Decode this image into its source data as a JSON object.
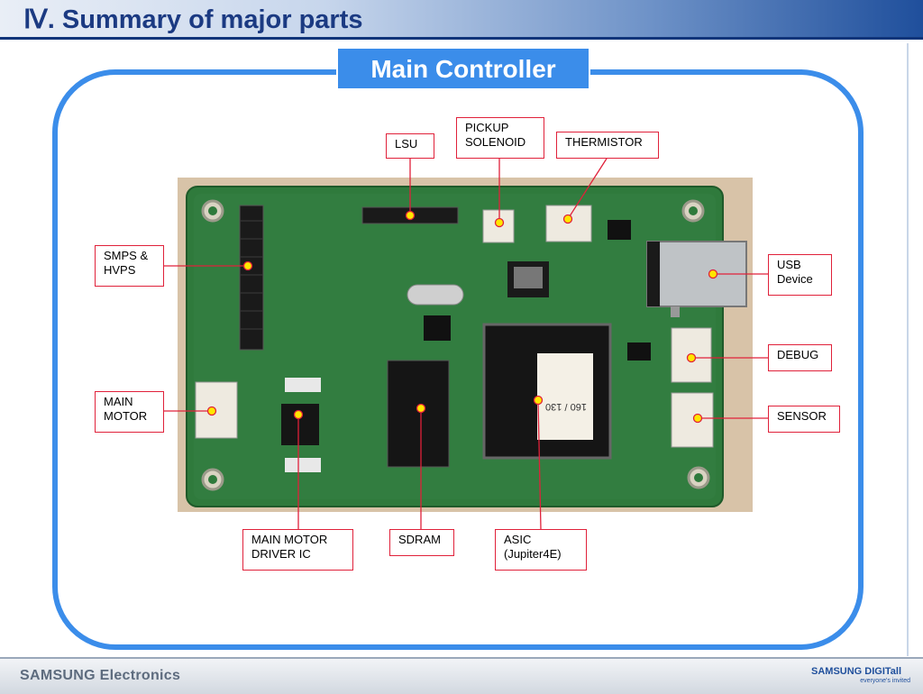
{
  "header": {
    "title_numeral": "Ⅳ",
    "title_text": ". Summary of major parts"
  },
  "main": {
    "section_title": "Main Controller",
    "parts": [
      {
        "id": "lsu",
        "label": "LSU"
      },
      {
        "id": "pickup-solenoid",
        "label": "PICKUP\nSOLENOID"
      },
      {
        "id": "thermistor",
        "label": "THERMISTOR"
      },
      {
        "id": "smps-hvps",
        "label": "SMPS &\nHVPS"
      },
      {
        "id": "usb-device",
        "label": "USB\nDevice"
      },
      {
        "id": "debug",
        "label": "DEBUG"
      },
      {
        "id": "main-motor",
        "label": "MAIN\nMOTOR"
      },
      {
        "id": "sensor",
        "label": "SENSOR"
      },
      {
        "id": "main-motor-driver-ic",
        "label": "MAIN MOTOR\nDRIVER IC"
      },
      {
        "id": "sdram",
        "label": "SDRAM"
      },
      {
        "id": "asic",
        "label": "ASIC\n(Jupiter4E)"
      }
    ]
  },
  "footer": {
    "left_brand": "SAMSUNG Electronics",
    "right_brand": "SAMSUNG DIGITall",
    "right_tagline": "everyone's invited"
  },
  "colors": {
    "accent_blue": "#3b8dea",
    "label_border": "#e0213a",
    "marker_fill": "#ffe600",
    "board_green": "#2f7a3c"
  }
}
